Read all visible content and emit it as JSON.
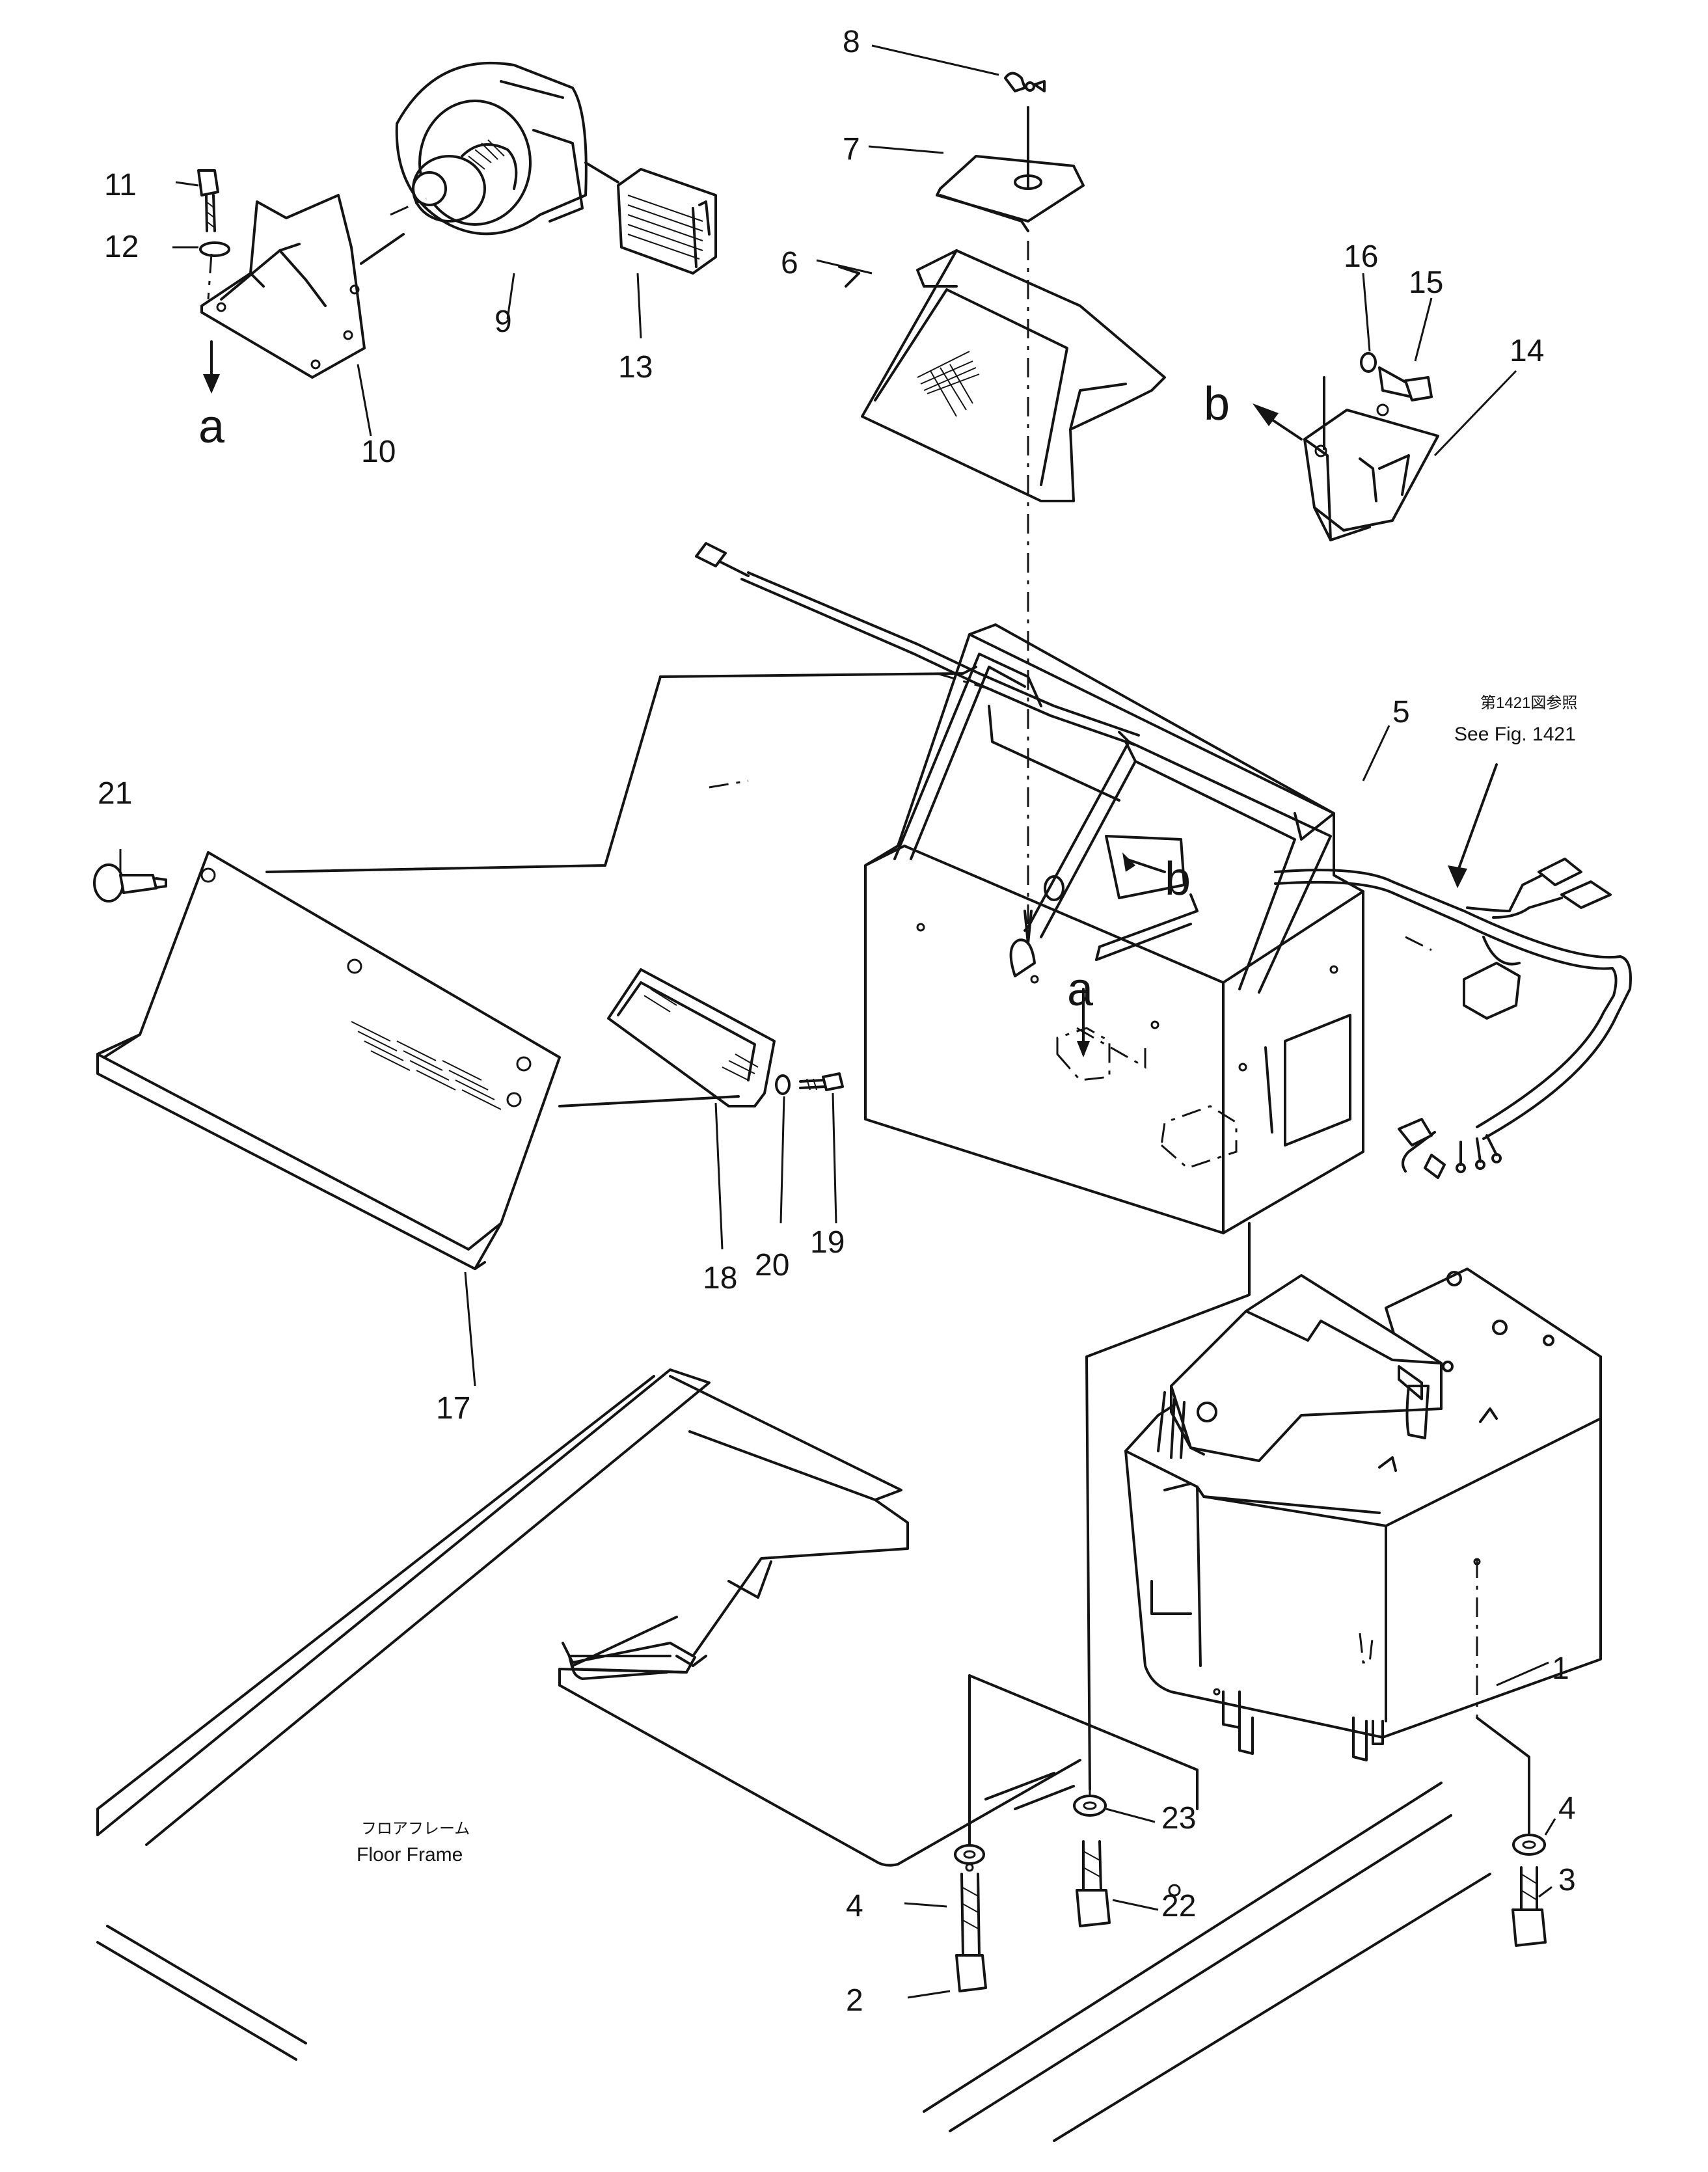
{
  "callouts": [
    {
      "id": "c1",
      "label": "1"
    },
    {
      "id": "c2",
      "label": "2"
    },
    {
      "id": "c3",
      "label": "3"
    },
    {
      "id": "c4a",
      "label": "4"
    },
    {
      "id": "c4b",
      "label": "4"
    },
    {
      "id": "c5",
      "label": "5"
    },
    {
      "id": "c6",
      "label": "6"
    },
    {
      "id": "c7",
      "label": "7"
    },
    {
      "id": "c8",
      "label": "8"
    },
    {
      "id": "c9",
      "label": "9"
    },
    {
      "id": "c10",
      "label": "10"
    },
    {
      "id": "c11",
      "label": "11"
    },
    {
      "id": "c12",
      "label": "12"
    },
    {
      "id": "c13",
      "label": "13"
    },
    {
      "id": "c14",
      "label": "14"
    },
    {
      "id": "c15",
      "label": "15"
    },
    {
      "id": "c16",
      "label": "16"
    },
    {
      "id": "c17",
      "label": "17"
    },
    {
      "id": "c18",
      "label": "18"
    },
    {
      "id": "c19",
      "label": "19"
    },
    {
      "id": "c20",
      "label": "20"
    },
    {
      "id": "c21",
      "label": "21"
    },
    {
      "id": "c22",
      "label": "22"
    },
    {
      "id": "c23",
      "label": "23"
    }
  ],
  "view_refs": {
    "a_top": "a",
    "a_mark": "a",
    "b_top": "b",
    "b_mark": "b"
  },
  "notes": {
    "fig_ref_jp": "第1421図参照",
    "fig_ref_en": "See Fig. 1421",
    "floor_frame_jp": "フロアフレーム",
    "floor_frame_en": "Floor Frame"
  }
}
